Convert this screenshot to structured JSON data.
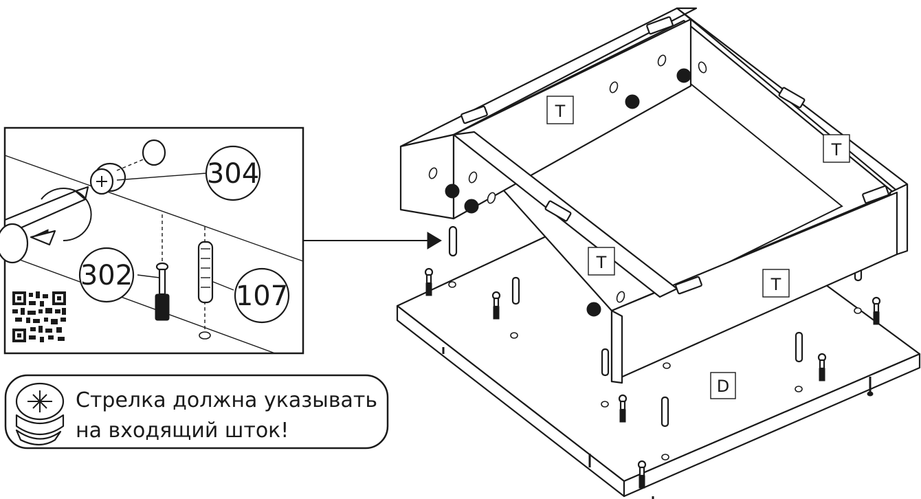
{
  "detail_callouts": {
    "part_304": "304",
    "part_302": "302",
    "part_107": "107"
  },
  "panel_labels": {
    "top_back": "T",
    "top_right": "T",
    "top_front_left": "T",
    "top_front_right": "T",
    "base": "D"
  },
  "note": {
    "line1": "Стрелка должна указывать",
    "line2": "на входящий шток!"
  },
  "icons": {
    "qr": "qr-code-icon",
    "cam_lock": "cam-lock-icon",
    "rotate": "rotate-arrow-icon",
    "pointer": "pointer-arrow-icon"
  }
}
